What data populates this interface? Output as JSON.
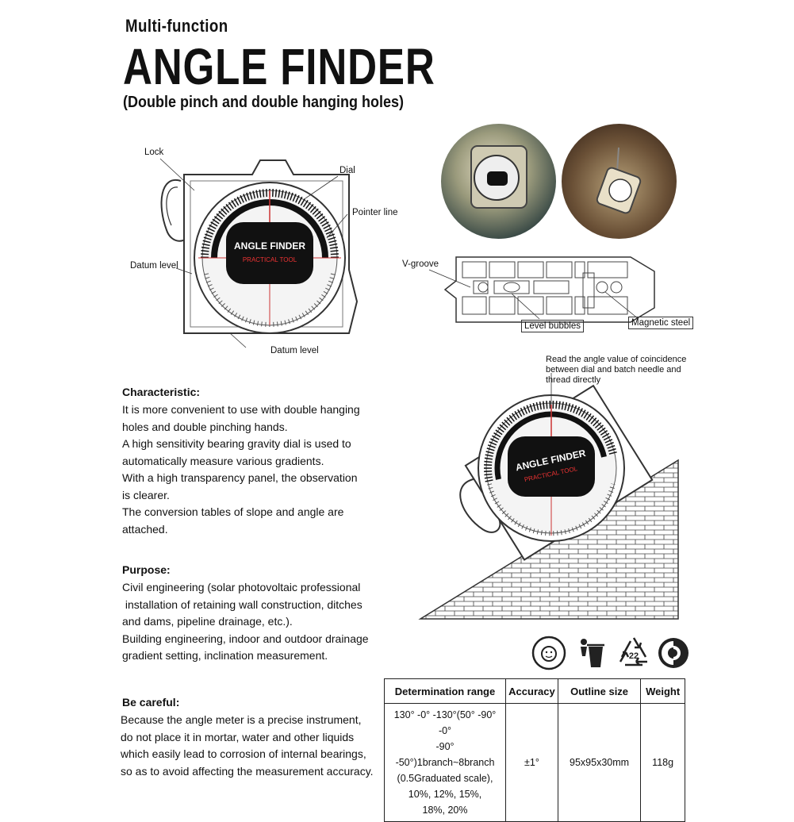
{
  "header": {
    "subtitle": "Multi-function",
    "title": "ANGLE FINDER",
    "paren": "(Double pinch and double hanging holes)"
  },
  "diagram": {
    "labels": {
      "lock": "Lock",
      "dial": "Dial",
      "pointer_line": "Pointer line",
      "datum_level_left": "Datum level",
      "datum_level_bottom": "Datum level",
      "v_groove": "V-groove",
      "level_bubbles": "Level bubbles",
      "magnetic_steel": "Magnetic steel"
    },
    "dial_face_title": "ANGLE FINDER",
    "dial_face_sub": "PRACTICAL TOOL",
    "note_lines": [
      "Read the angle value of coincidence",
      "between dial and batch needle and",
      "thread directly"
    ]
  },
  "characteristic": {
    "heading": "Characteristic:",
    "lines": [
      "It is more convenient to use with double hanging",
      "holes and double pinching hands.",
      "A high sensitivity bearing gravity dial is used to",
      "automatically measure various gradients.",
      "With a high transparency panel, the observation",
      "is clearer.",
      "The conversion tables of slope and angle are",
      "attached."
    ]
  },
  "purpose": {
    "heading": "Purpose:",
    "lines": [
      "Civil engineering (solar photovoltaic professional",
      " installation of retaining wall construction, ditches",
      "and dams, pipeline drainage, etc.).",
      "Building engineering, indoor and outdoor drainage",
      "gradient setting, inclination measurement."
    ]
  },
  "careful": {
    "heading": "Be careful:",
    "lines": [
      "Because the angle meter is a precise instrument,",
      "do not place it in mortar, water and other liquids",
      "which easily lead to corrosion of internal bearings,",
      "so as to avoid affecting the measurement accuracy."
    ]
  },
  "icons": {
    "recycle_number": "22"
  },
  "spec_table": {
    "headers": [
      "Determination range",
      "Accuracy",
      "Outline size",
      "Weight"
    ],
    "range_lines": [
      "130° -0° -130°(50° -90° -0°",
      "-90° -50°)1branch~8branch",
      "(0.5Graduated scale),",
      "10%, 12%, 15%,",
      "18%, 20%"
    ],
    "accuracy": "±1°",
    "outline": "95x95x30mm",
    "weight": "118g"
  }
}
